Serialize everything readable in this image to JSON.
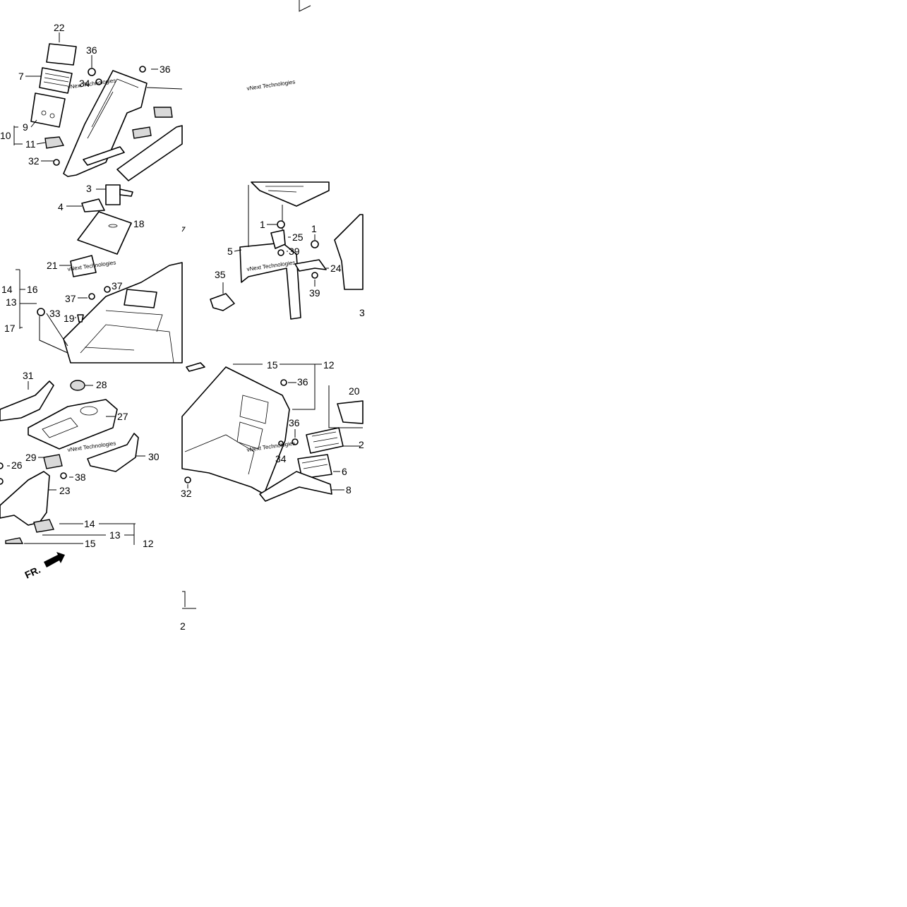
{
  "watermark": "vNext Technologies",
  "direction_label": "FR.",
  "callouts": {
    "p22": "22",
    "p36a": "36",
    "p36b": "36",
    "p7": "7",
    "p34a": "34",
    "p9": "9",
    "p10": "10",
    "p11": "11",
    "p32a": "32",
    "p3": "3",
    "p4": "4",
    "p18": "18",
    "p21": "21",
    "p14a": "14",
    "p16": "16",
    "p13a": "13",
    "p17": "17",
    "p37a": "37",
    "p37b": "37",
    "p33": "33",
    "p19": "19",
    "p1a": "1",
    "p1b": "1",
    "p25": "25",
    "p5": "5",
    "p39a": "39",
    "p35": "35",
    "p24": "24",
    "p39b": "39",
    "p3c": "3",
    "p31": "31",
    "p28": "28",
    "p27": "27",
    "p29": "29",
    "p26": "26",
    "p30": "30",
    "p38": "38",
    "p23": "23",
    "p14b": "14",
    "p13b": "13",
    "p15a": "15",
    "p12a": "12",
    "p15b": "15",
    "p12b": "12",
    "p36c": "36",
    "p20": "20",
    "p36d": "36",
    "p2": "2",
    "p34b": "34",
    "p6": "6",
    "p8": "8",
    "p32b": "32",
    "p2b": "2"
  }
}
